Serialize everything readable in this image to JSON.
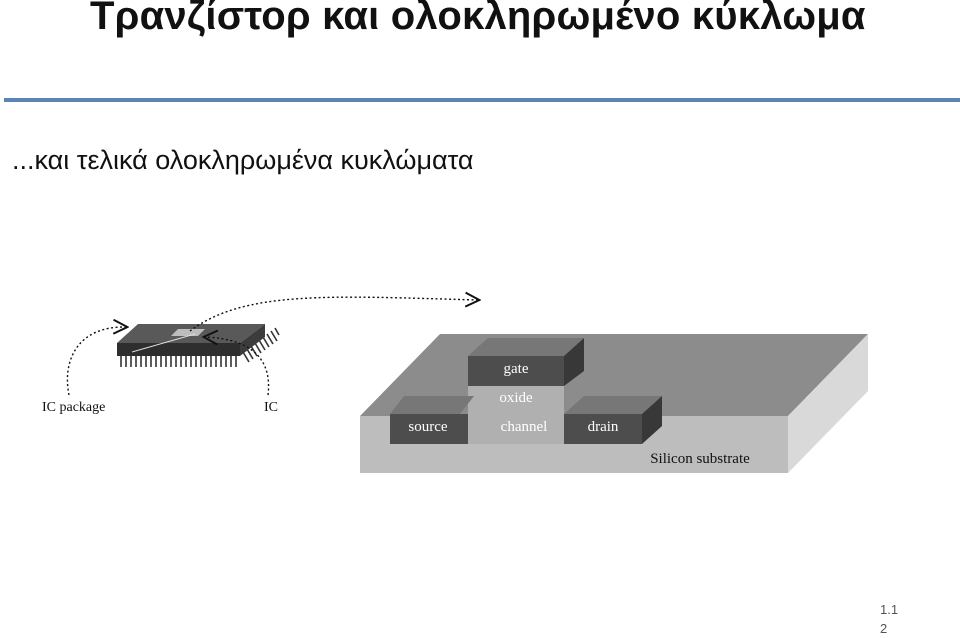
{
  "slide": {
    "title": "Τρανζίστορ και ολοκληρωμένο κύκλωμα",
    "subtitle": "...και τελικά ολοκληρωμένα κυκλώματα",
    "page_number_line1": "1.1",
    "page_number_line2": "2"
  },
  "chip": {
    "package_label": "IC package",
    "ic_label": "IC"
  },
  "transistor": {
    "gate_label": "gate",
    "oxide_label": "oxide",
    "source_label": "source",
    "channel_label": "channel",
    "drain_label": "drain",
    "substrate_label": "Silicon substrate"
  },
  "colors": {
    "rule": "#5b84b6",
    "block_dark": "#4d4d4d",
    "substrate_top": "#8c8c8c",
    "substrate_front": "#bdbdbd"
  }
}
